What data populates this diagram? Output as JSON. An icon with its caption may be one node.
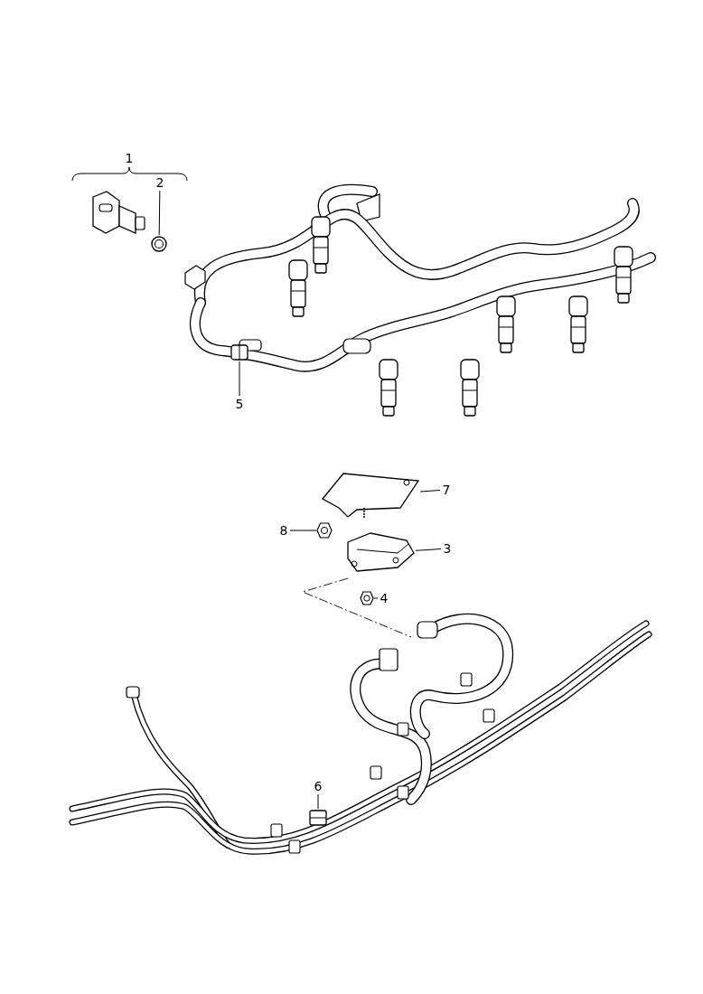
{
  "diagram": {
    "nodes": [
      {
        "text": [
          "2"
        ]
      },
      {
        "text": [],
        "shape": "picture"
      },
      {
        "text": [
          "5"
        ]
      },
      {
        "text": [],
        "shape": "picture"
      },
      {
        "text": [
          "7"
        ]
      },
      {
        "text": [],
        "shape": "picture"
      },
      {
        "text": [
          "8"
        ]
      },
      {
        "text": [],
        "shape": "picture"
      },
      {
        "text": [
          "3"
        ]
      },
      {
        "text": [],
        "shape": "picture"
      },
      {
        "text": [
          "4"
        ]
      },
      {
        "text": [],
        "shape": "picture"
      },
      {
        "text": [
          "6"
        ]
      },
      {
        "text": [],
        "shape": "picture"
      }
    ],
    "edges": [
      {
        "from": 0,
        "to": 1,
        "arrow": "none"
      },
      {
        "from": 2,
        "to": 3,
        "arrow": "none"
      },
      {
        "from": 4,
        "to": 5,
        "arrow": "none"
      },
      {
        "from": 6,
        "to": 7,
        "arrow": "none"
      },
      {
        "from": 8,
        "to": 9,
        "arrow": "none"
      },
      {
        "from": 10,
        "to": 11,
        "arrow": "none"
      },
      {
        "from": 12,
        "to": 13,
        "arrow": "none"
      }
    ],
    "labels": [
      "1"
    ]
  }
}
